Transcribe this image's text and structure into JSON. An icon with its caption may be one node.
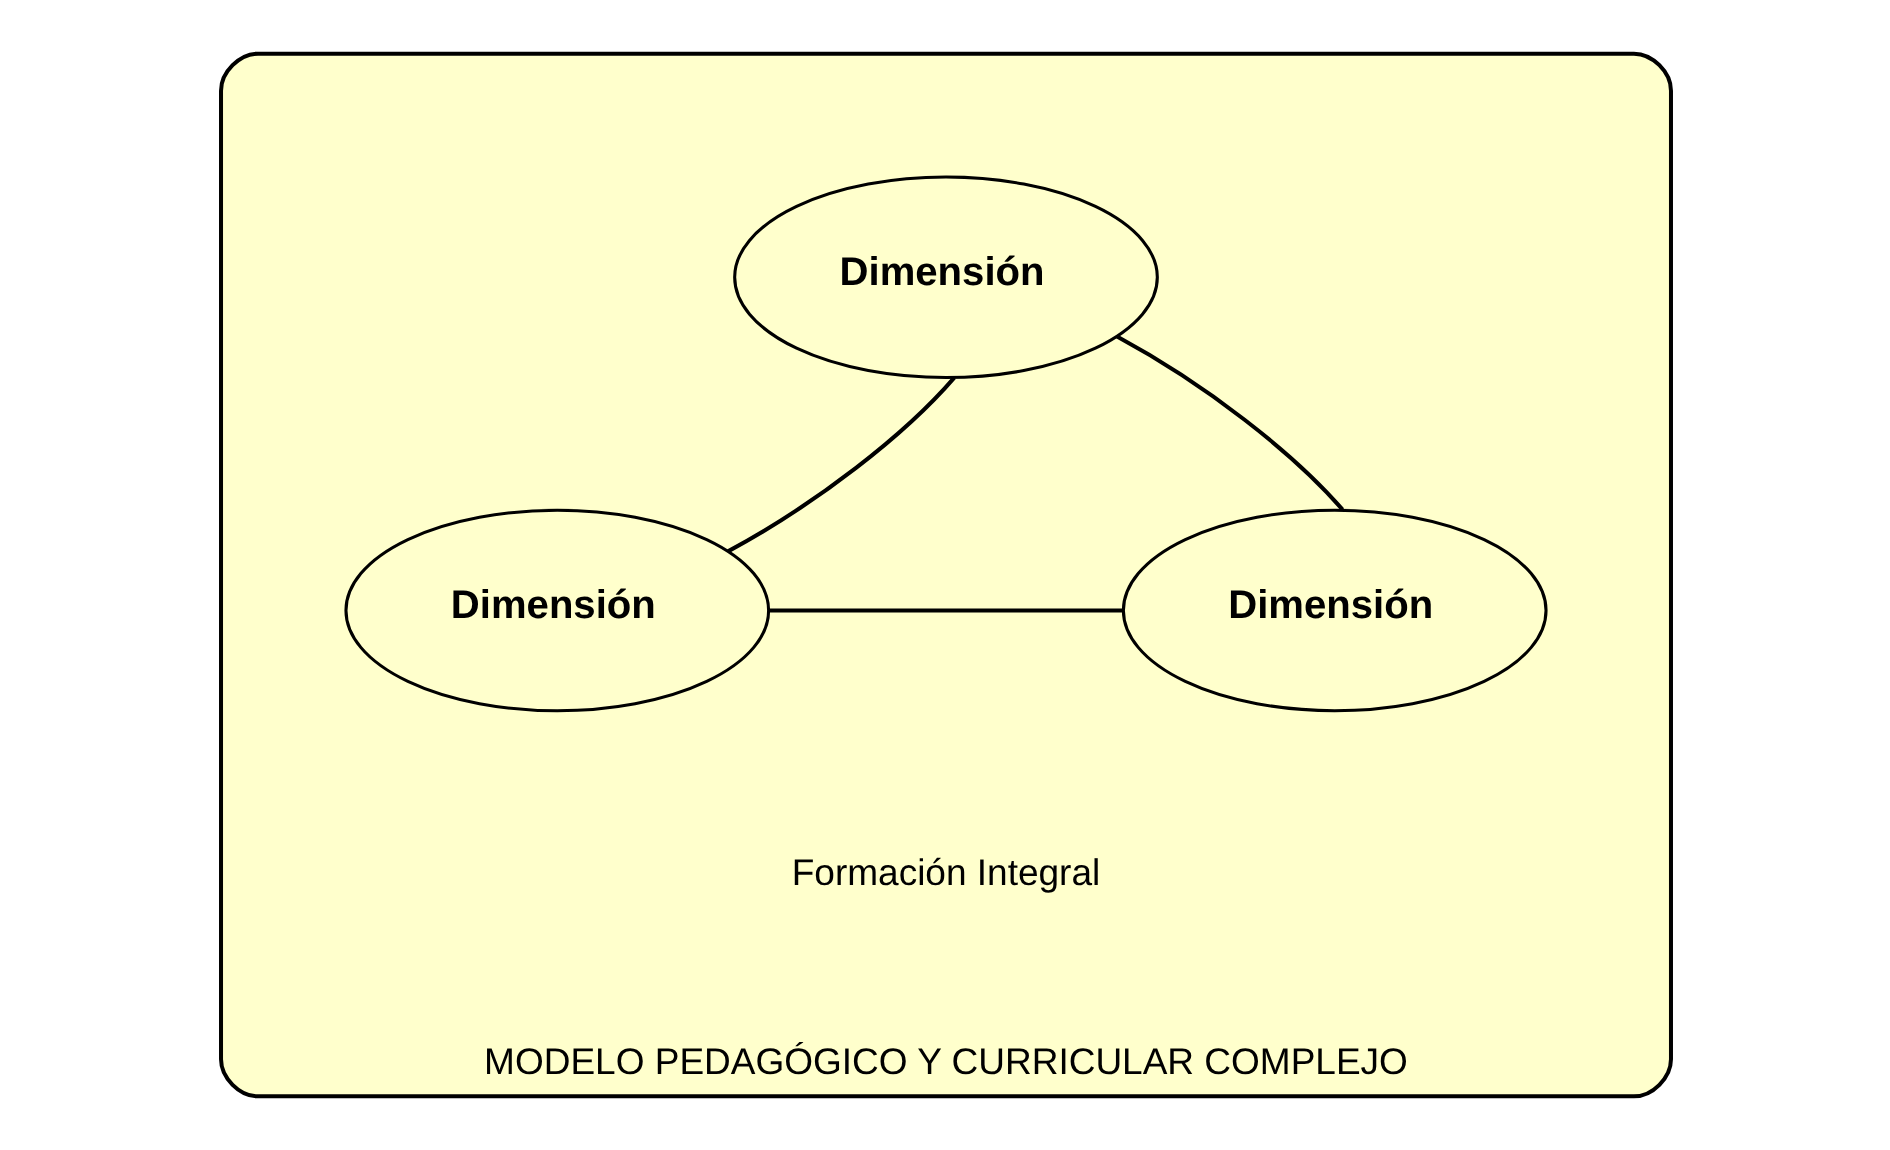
{
  "diagram": {
    "nodes": [
      {
        "text": [
          "MODELO PEDAGÓGICO Y CURRICULAR COMPLEJO"
        ]
      },
      {
        "text": [
          "Dimensión"
        ],
        "in": 0
      },
      {
        "text": [
          "Dimensión"
        ],
        "in": 0
      },
      {
        "text": [
          "Dimensión"
        ],
        "in": 0
      }
    ],
    "edges": [
      {
        "from": 1,
        "to": 2,
        "arrow": "none"
      },
      {
        "from": 2,
        "to": 3,
        "arrow": "none"
      },
      {
        "from": 1,
        "to": 3,
        "arrow": "none"
      }
    ],
    "labels": [
      "Formación Integral"
    ]
  }
}
